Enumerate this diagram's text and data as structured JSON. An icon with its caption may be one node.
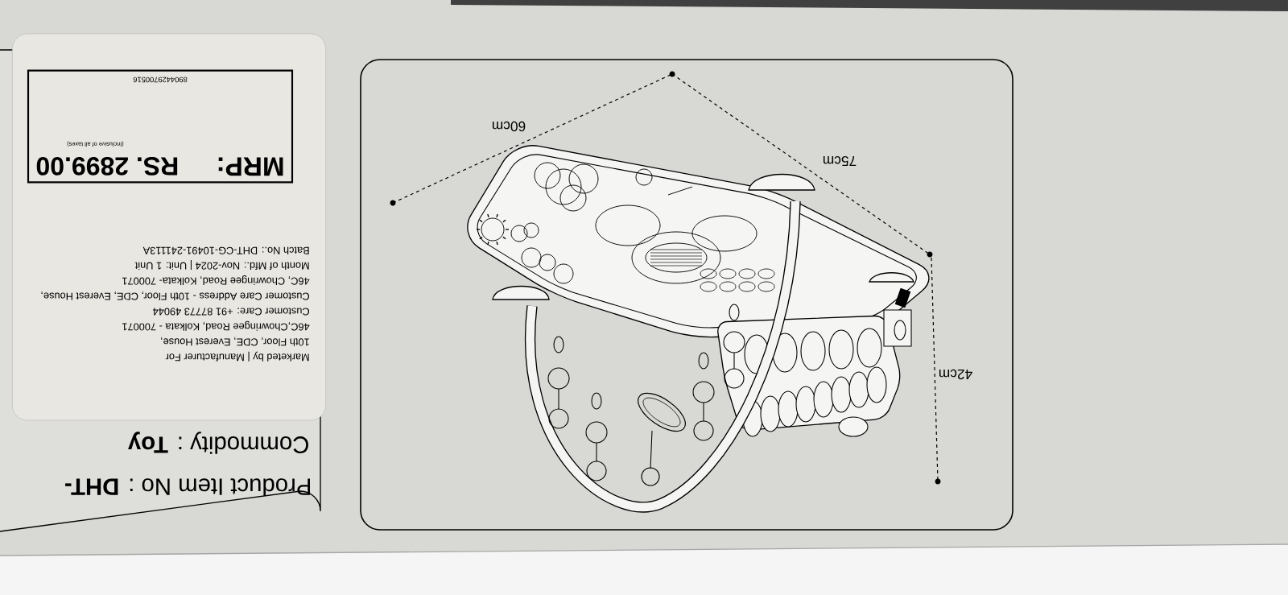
{
  "diagram": {
    "nodes": [
      {
        "text": [
          "Marketed by | Manufacturer For",
          "10th Floor, CDE, Everest House,",
          "46C,Chowringee Road, Kolkata - 700071",
          "Customer Care: +91 87773 49044",
          "Customer Care Address - 10th Floor, CDE, Everest House, 46C, Chowringee Road, Kolkata- 700071",
          "Month of Mfd.: Nov-2024 | Unit: 1 Unit",
          "Batch No.: DHT-CG-10491-241113A"
        ]
      },
      {
        "text": [
          "MRP:",
          "RS. 2899.00",
          "(Inclusive of all taxes)",
          "8904429700516"
        ],
        "in": 0
      }
    ],
    "labels": [
      "Product Item No : **DHT-**",
      "Commodity : **Toy**",
      "60cm",
      "75cm",
      "42cm"
    ]
  }
}
